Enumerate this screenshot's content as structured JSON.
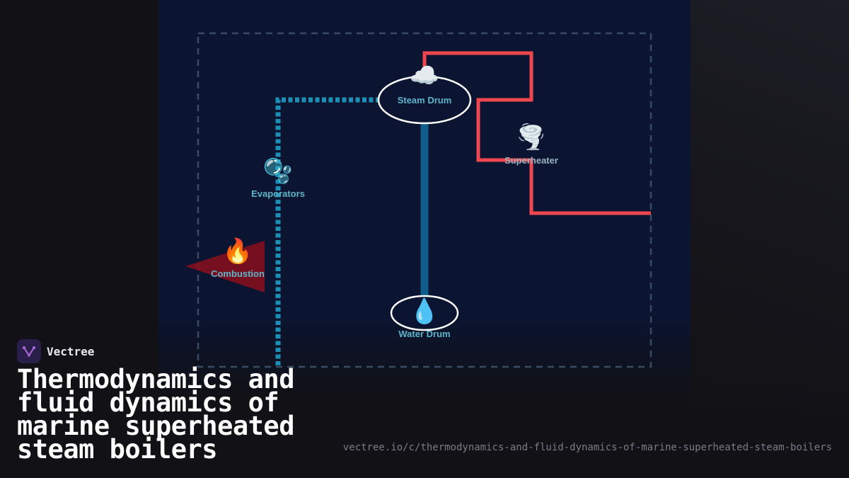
{
  "diagram": {
    "nodes": {
      "steam_drum": {
        "label": "Steam Drum",
        "icon": "cloud-icon"
      },
      "superheater": {
        "label": "Superheater",
        "icon": "tornado-icon"
      },
      "evaporators": {
        "label": "Evaporators",
        "icon": "bubbles-icon"
      },
      "combustion": {
        "label": "Combustion",
        "icon": "fire-icon"
      },
      "water_drum": {
        "label": "Water Drum",
        "icon": "droplet-icon"
      }
    },
    "colors": {
      "superheated_line": "#f0474f",
      "riser_line": "#1b8fb5",
      "downcomer_line": "#0e5c8a",
      "boundary": "#3b4a63",
      "combustion_flame": "#8a0f1e"
    }
  },
  "brand": {
    "name": "Vectree"
  },
  "title": "Thermodynamics and fluid dynamics of marine superheated steam boilers",
  "url": "vectree.io/c/thermodynamics-and-fluid-dynamics-of-marine-superheated-steam-boilers"
}
